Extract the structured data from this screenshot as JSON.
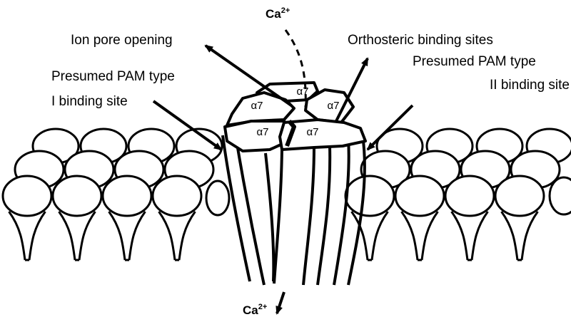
{
  "labels": {
    "ca_top": "Ca",
    "ca_top_charge": "2+",
    "ion_pore": "Ion pore opening",
    "orthosteric": "Orthosteric binding sites",
    "pam_type1_line1": "Presumed PAM type",
    "pam_type1_line2": "I binding site",
    "pam_type2_line1": "Presumed PAM type",
    "pam_type2_line2": "II binding site",
    "ca_bottom": "Ca",
    "ca_bottom_charge": "2+"
  },
  "subunits": [
    "α7",
    "α7",
    "α7",
    "α7",
    "α7"
  ]
}
